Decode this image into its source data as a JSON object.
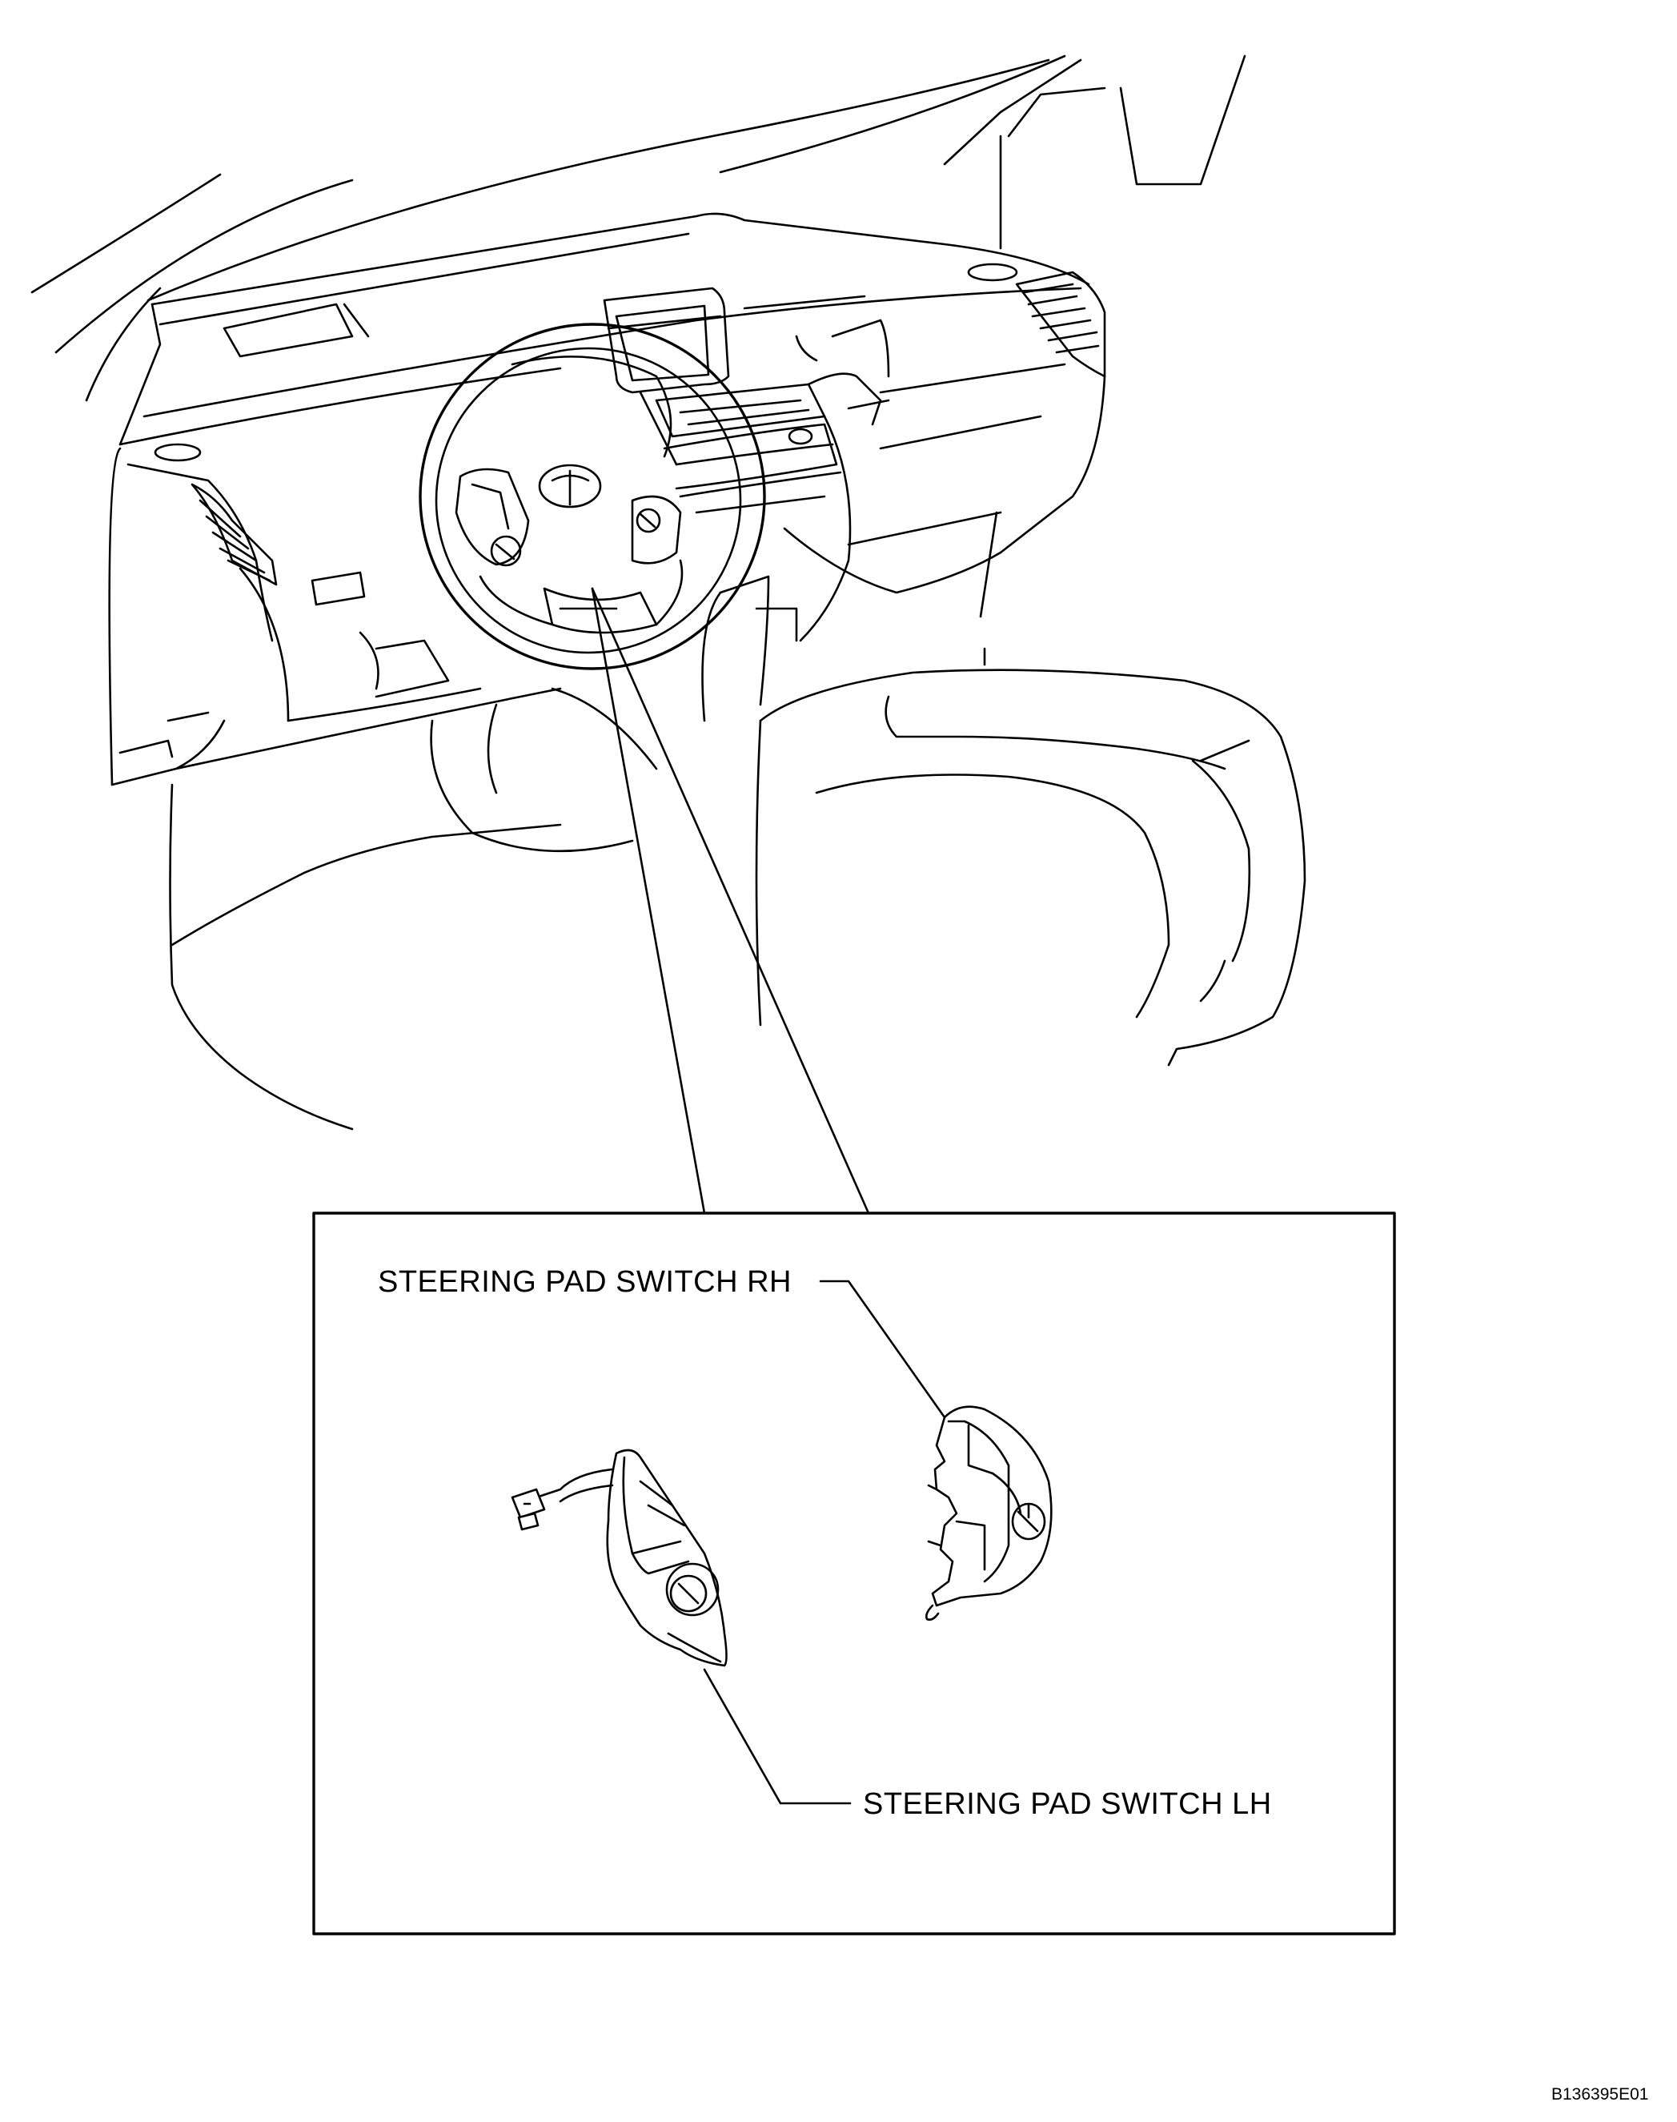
{
  "labels": {
    "switch_rh": "STEERING PAD SWITCH RH",
    "switch_lh": "STEERING PAD SWITCH LH"
  },
  "figure_code": "B136395E01"
}
